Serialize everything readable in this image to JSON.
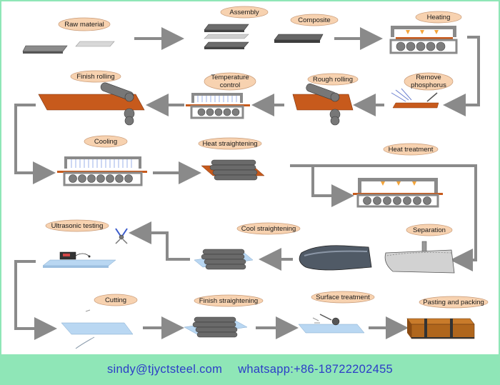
{
  "steps": {
    "raw_material": "Raw material",
    "assembly": "Assembly",
    "composite": "Composite",
    "heating": "Heating",
    "finish_rolling": "Finish rolling",
    "temperature_control": [
      "Temperature",
      "control"
    ],
    "rough_rolling": "Rough rolling",
    "remove_phosphorus": [
      "Remove",
      "phosphorus"
    ],
    "cooling": "Cooling",
    "heat_straightening": "Heat straightening",
    "heat_treatment": "Heat treatment",
    "ultrasonic_testing": "Ultrasonic testing",
    "cool_straightening": "Cool straightening",
    "separation": "Separation",
    "cutting": "Cutting",
    "finish_straightening": "Finish straightening",
    "surface_treatment": "Surface treatment",
    "pasting_and_packing": "Pasting and packing"
  },
  "footer": {
    "email": "sindy@tjyctsteel.com",
    "whatsapp": "whatsapp:+86-18722202455"
  },
  "colors": {
    "label_fill": "#f7d2b0",
    "arrow": "#8a8a8a",
    "steel": "#c75a1c",
    "frame": "#8a8a8a",
    "footer_bg": "#8fe6b7",
    "footer_text": "#2c3cc8"
  }
}
